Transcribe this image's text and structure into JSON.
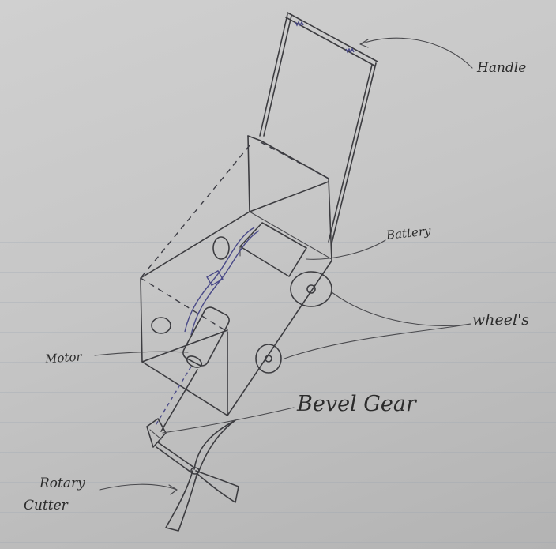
{
  "labels": {
    "handle": "Handle",
    "battery": "Battery",
    "wheels": "wheel's",
    "motor": "Motor",
    "bevel_gear": "Bevel Gear",
    "rotary_cutter_line1": "Rotary",
    "rotary_cutter_line2": "Cutter"
  },
  "colors": {
    "paper": "#c6c6c6",
    "pencil": "#3c3c40",
    "pen_blue": "#4a4a88"
  }
}
